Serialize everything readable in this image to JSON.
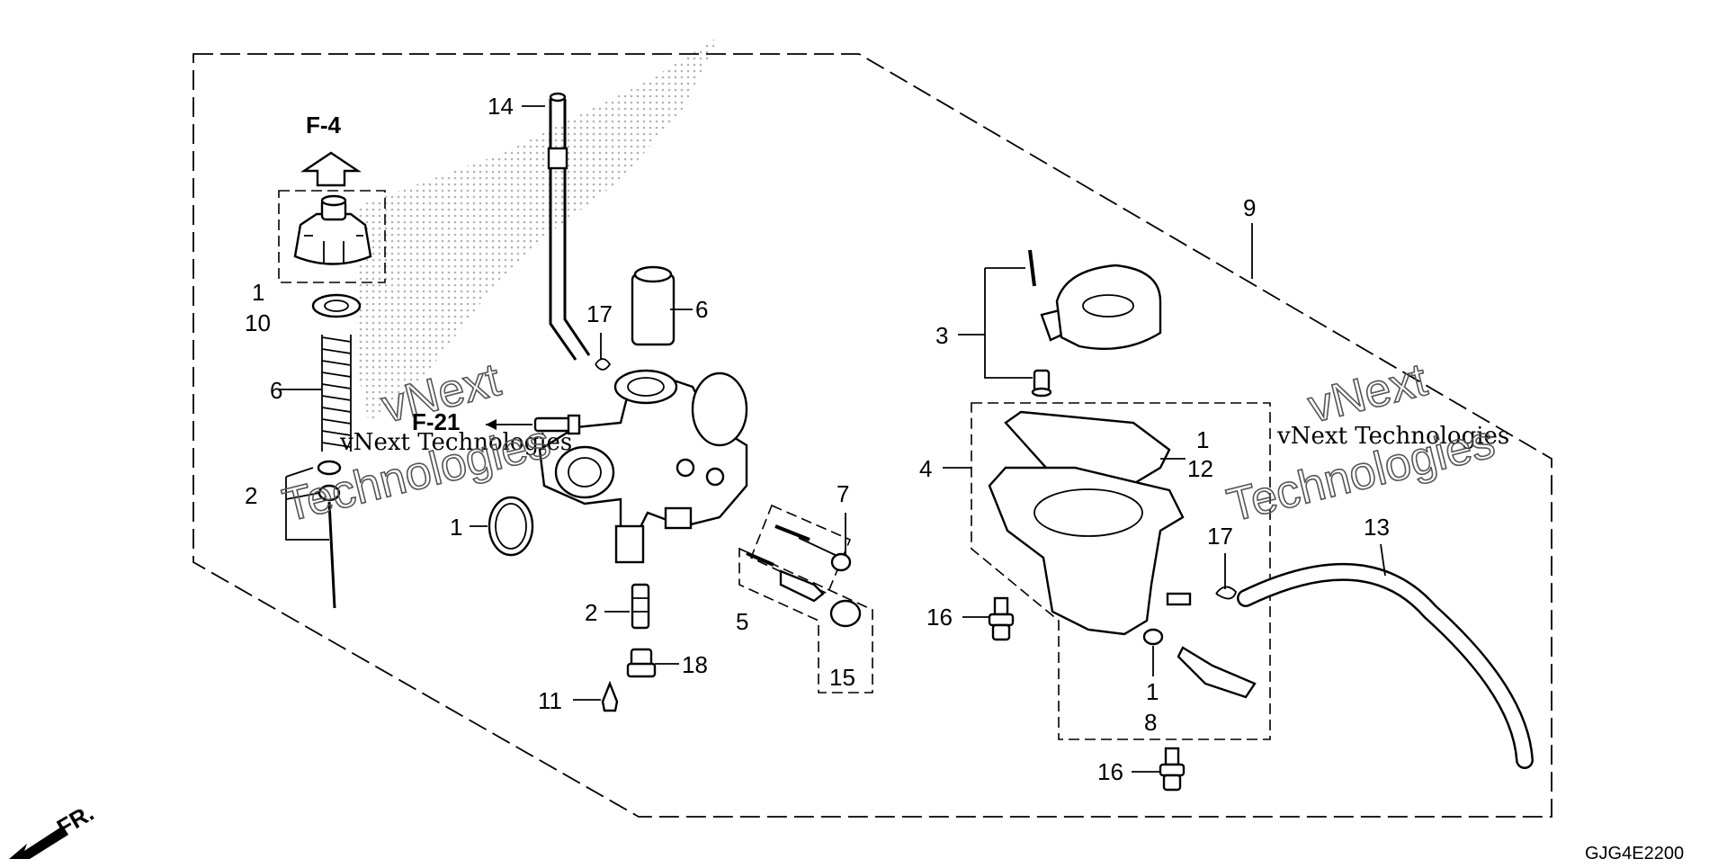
{
  "diagram": {
    "callouts": {
      "c1_top": "1",
      "c10": "10",
      "c6_spring": "6",
      "c2_left": "2",
      "c14": "14",
      "c17_left": "17",
      "c6_cap": "6",
      "c1_oring": "1",
      "c2_jet": "2",
      "c18": "18",
      "c11": "11",
      "c7": "7",
      "c5": "5",
      "c15": "15",
      "c9": "9",
      "c3": "3",
      "c4": "4",
      "c1_gasket": "1",
      "c12": "12",
      "c17_right": "17",
      "c13": "13",
      "c16_upper": "16",
      "c1_washer": "1",
      "c8": "8",
      "c16_lower": "16"
    },
    "refs": {
      "f4": "F-4",
      "f21": "F-21",
      "fr": "FR."
    },
    "watermark": {
      "line1": "vNext Technologies",
      "line2": "Technologies",
      "line3": "vNext"
    },
    "diagram_code": "GJG4E2200"
  }
}
